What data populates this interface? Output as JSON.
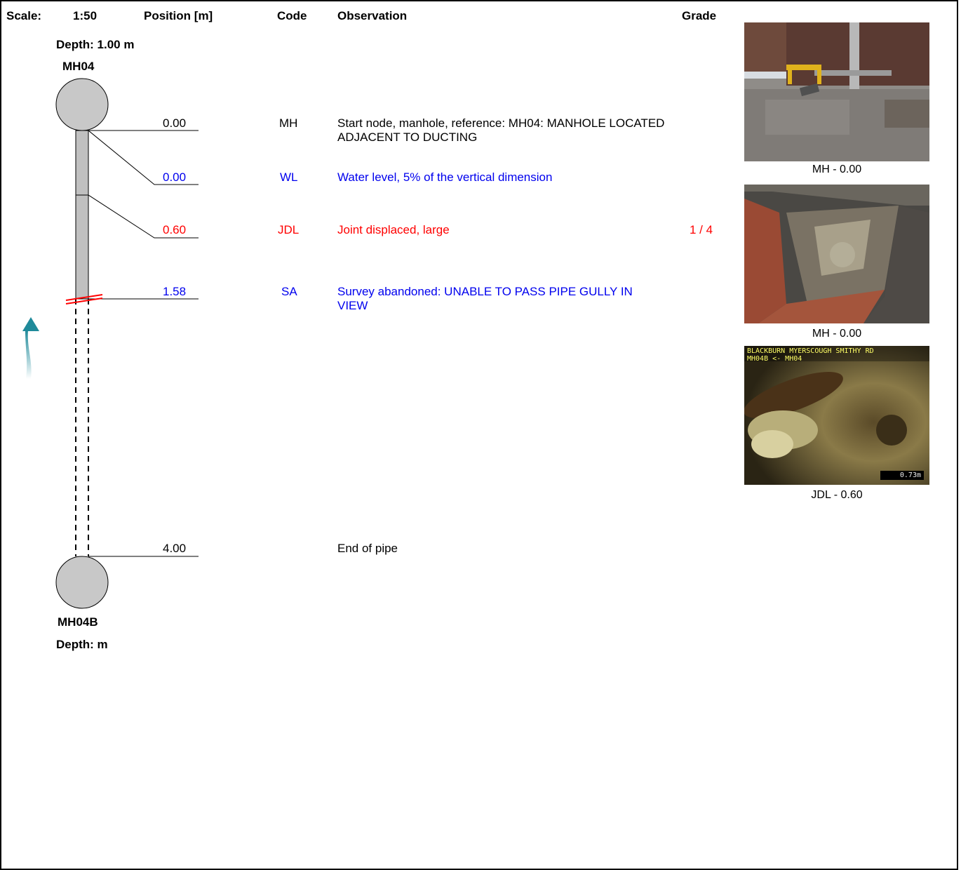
{
  "header": {
    "scale_label": "Scale:",
    "scale_value": "1:50",
    "position": "Position [m]",
    "code": "Code",
    "observation": "Observation",
    "grade": "Grade"
  },
  "start_node": {
    "depth": "Depth: 1.00 m",
    "name": "MH04"
  },
  "end_node": {
    "name": "MH04B",
    "depth": "Depth: m"
  },
  "colors": {
    "normal": "#000000",
    "water": "#0000ee",
    "defect": "#ff0000",
    "arrow": "#1f8a9a",
    "pipe": "#c0c0c0"
  },
  "observations": [
    {
      "position": "0.00",
      "code": "MH",
      "text": "Start node, manhole, reference: MH04: MANHOLE LOCATED ADJACENT TO DUCTING",
      "grade": "",
      "color": "#000000"
    },
    {
      "position": "0.00",
      "code": "WL",
      "text": "Water level, 5% of the vertical dimension",
      "grade": "",
      "color": "#0000ee"
    },
    {
      "position": "0.60",
      "code": "JDL",
      "text": "Joint displaced, large",
      "grade": "1 / 4",
      "color": "#ff0000"
    },
    {
      "position": "1.58",
      "code": "SA",
      "text": "Survey abandoned: UNABLE TO PASS PIPE GULLY IN VIEW",
      "grade": "",
      "color": "#0000ee"
    },
    {
      "position": "4.00",
      "code": "",
      "text": "End of pipe",
      "grade": "",
      "color": "#000000"
    }
  ],
  "photos": [
    {
      "caption": "MH - 0.00"
    },
    {
      "caption": "MH - 0.00"
    },
    {
      "caption": "JDL - 0.60",
      "overlay_line1": "BLACKBURN MYERSCOUGH SMITHY RD",
      "overlay_line2": "MH04B <- MH04",
      "overlay_distance": "0.73m"
    }
  ]
}
